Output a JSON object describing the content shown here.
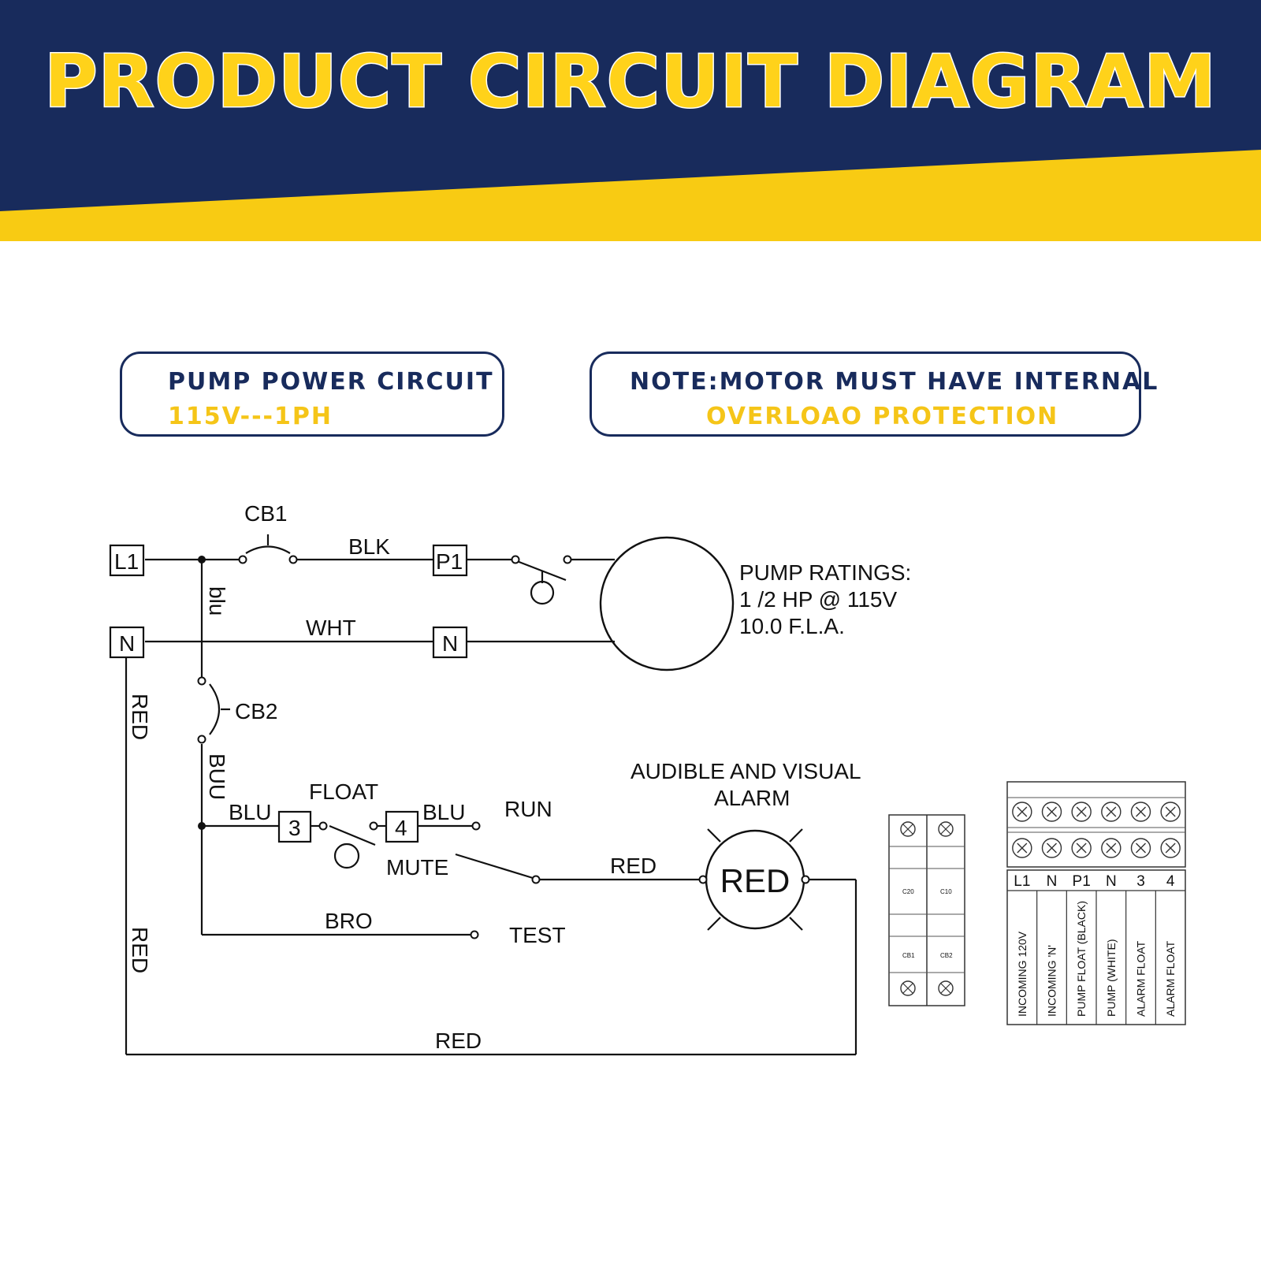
{
  "header": {
    "title": "PRODUCT CIRCUIT DIAGRAM"
  },
  "boxes": {
    "pump_circuit": {
      "line1": "PUMP POWER CIRCUIT",
      "line2": "115V---1PH"
    },
    "note": {
      "line1": "NOTE:MOTOR MUST HAVE INTERNAL",
      "line2": "OVERLOAO PROTECTION"
    }
  },
  "diagram": {
    "terminals": {
      "l1": "L1",
      "n_left": "N",
      "p1": "P1",
      "n_right": "N",
      "t3": "3",
      "t4": "4"
    },
    "breakers": {
      "cb1": "CB1",
      "cb2": "CB2"
    },
    "wires": {
      "blk": "BLK",
      "blu_vert": "blu",
      "wht": "WHT",
      "red_top": "RED",
      "buu": "BUU",
      "blu_left": "BLU",
      "blu_right": "BLU",
      "red_alarm": "RED",
      "bro": "BRO",
      "red_mid": "RED",
      "red_bottom": "RED"
    },
    "switch_labels": {
      "float": "FLOAT",
      "run": "RUN",
      "mute": "MUTE",
      "test": "TEST"
    },
    "alarm": {
      "title_line1": "AUDIBLE AND VISUAL",
      "title_line2": "ALARM",
      "lamp": "RED"
    },
    "pump_ratings": {
      "line1": "PUMP RATINGS:",
      "line2": "1 /2 HP @ 115V",
      "line3": "10.0 F.L.A."
    }
  },
  "breaker_panel": {
    "top_left": "C20",
    "top_right": "C10",
    "bottom_left": "CB1",
    "bottom_right": "CB2"
  },
  "terminal_block": {
    "headers": [
      "L1",
      "N",
      "P1",
      "N",
      "3",
      "4"
    ],
    "descriptions": [
      "INCOMING 120V",
      "INCOMING 'N'",
      "PUMP FLOAT (BLACK)",
      "PUMP (WHITE)",
      "ALARM FLOAT",
      "ALARM FLOAT"
    ]
  },
  "colors": {
    "navy": "#182b5c",
    "yellow": "#f5c518",
    "title_yellow": "#ffd21a"
  }
}
